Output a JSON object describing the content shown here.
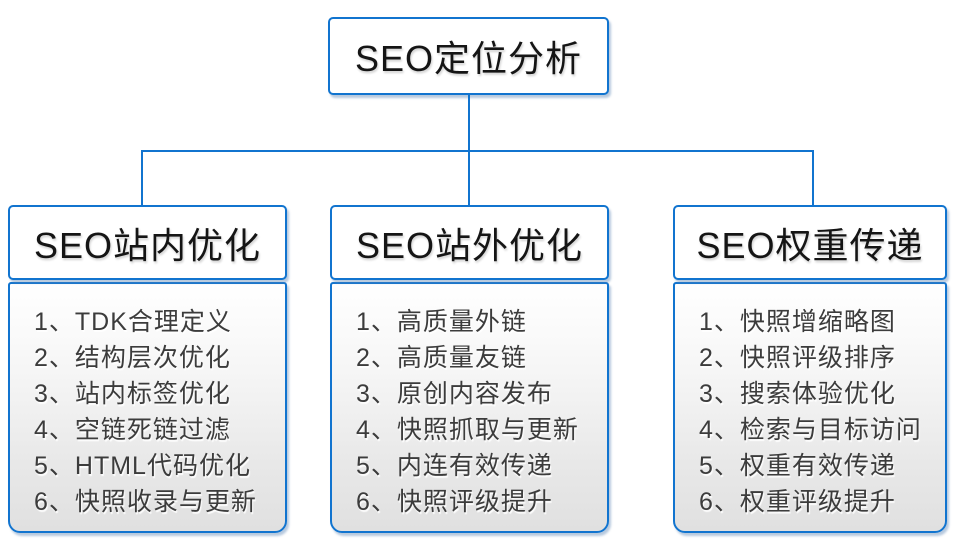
{
  "diagram": {
    "root": {
      "label": "SEO定位分析"
    },
    "branches": [
      {
        "label": "SEO站内优化",
        "items": [
          "1、TDK合理定义",
          "2、结构层次优化",
          "3、站内标签优化",
          "4、空链死链过滤",
          "5、HTML代码优化",
          "6、快照收录与更新"
        ]
      },
      {
        "label": "SEO站外优化",
        "items": [
          "1、高质量外链",
          "2、高质量友链",
          "3、原创内容发布",
          "4、快照抓取与更新",
          "5、内连有效传递",
          "6、快照评级提升"
        ]
      },
      {
        "label": "SEO权重传递",
        "items": [
          "1、快照增缩略图",
          "2、快照评级排序",
          "3、搜索体验优化",
          "4、检索与目标访问",
          "5、权重有效传递",
          "6、权重评级提升"
        ]
      }
    ],
    "colors": {
      "accent": "#1174cf",
      "header_text": "#151515",
      "list_text": "#3c3c3c",
      "background": "#ffffff"
    }
  }
}
